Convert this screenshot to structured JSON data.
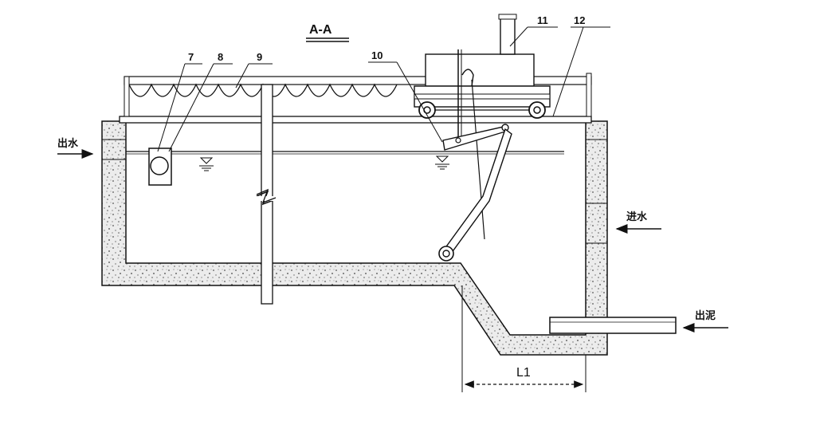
{
  "title": "A-A",
  "callouts": [
    "7",
    "8",
    "9",
    "10",
    "11",
    "12"
  ],
  "flows": {
    "outlet_water": "出水",
    "inlet_water": "进水",
    "sludge_out": "出泥"
  },
  "dimension": "L1",
  "icons": [
    "water-level-icon",
    "flow-arrow-icon",
    "wheel-icon",
    "pipe-break-icon"
  ]
}
